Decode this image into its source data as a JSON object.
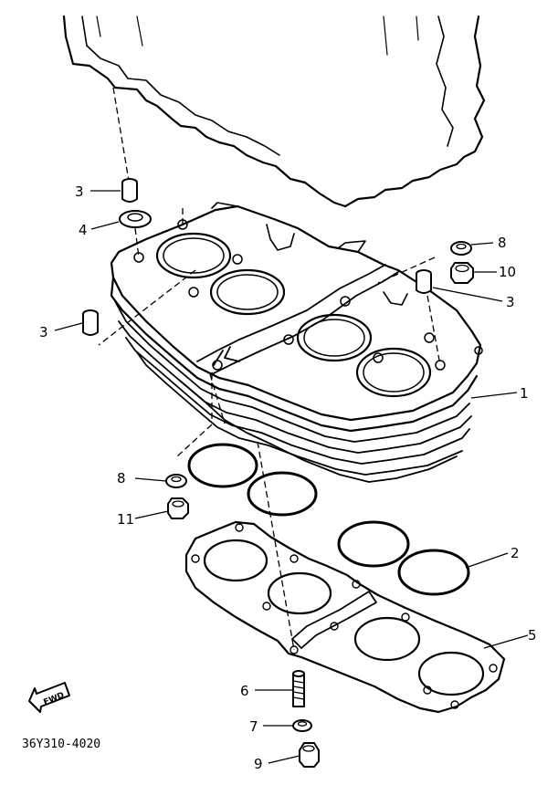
{
  "figure": {
    "code": "36Y310-4020",
    "direction_label": "FWD"
  },
  "callouts": [
    {
      "id": "c1",
      "text": "1",
      "part": "cylinder-block"
    },
    {
      "id": "c2",
      "text": "2",
      "part": "o-ring"
    },
    {
      "id": "c3a",
      "text": "3",
      "part": "dowel-pin"
    },
    {
      "id": "c3b",
      "text": "3",
      "part": "dowel-pin"
    },
    {
      "id": "c3c",
      "text": "3",
      "part": "dowel-pin"
    },
    {
      "id": "c4",
      "text": "4",
      "part": "washer"
    },
    {
      "id": "c5",
      "text": "5",
      "part": "cylinder-gasket"
    },
    {
      "id": "c6",
      "text": "6",
      "part": "stud-bolt"
    },
    {
      "id": "c7",
      "text": "7",
      "part": "washer"
    },
    {
      "id": "c8a",
      "text": "8",
      "part": "washer"
    },
    {
      "id": "c8b",
      "text": "8",
      "part": "washer"
    },
    {
      "id": "c9",
      "text": "9",
      "part": "nut"
    },
    {
      "id": "c10",
      "text": "10",
      "part": "nut"
    },
    {
      "id": "c11",
      "text": "11",
      "part": "nut"
    }
  ]
}
